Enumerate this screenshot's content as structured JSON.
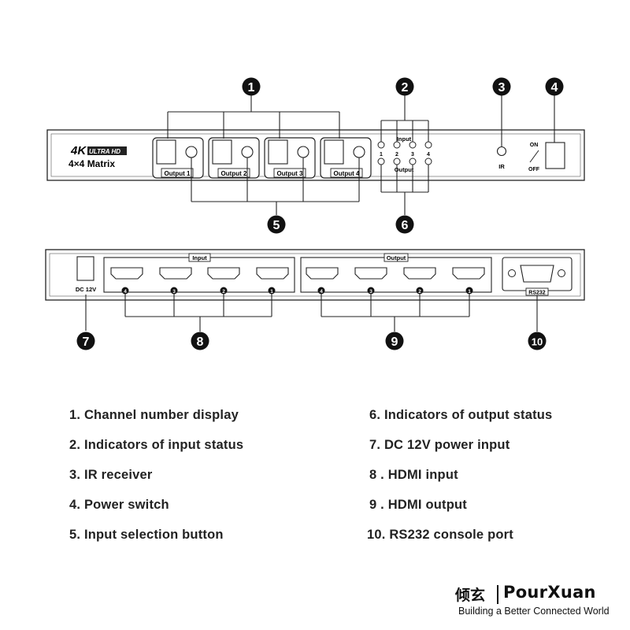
{
  "front_panel": {
    "logo_4k": "4K",
    "logo_ultra_hd": "ULTRA HD",
    "model": "4×4 Matrix",
    "output_buttons": [
      "Output 1",
      "Output 2",
      "Output 3",
      "Output 4"
    ],
    "input_label": "Input",
    "output_label": "Output",
    "channel_numbers": [
      "1",
      "2",
      "3",
      "4"
    ],
    "ir_label": "IR",
    "power_on": "ON",
    "power_off": "OFF"
  },
  "rear_panel": {
    "dc_label": "DC 12V",
    "input_group_label": "Input",
    "output_group_label": "Output",
    "input_ports": [
      "4",
      "3",
      "2",
      "1"
    ],
    "output_ports": [
      "4",
      "3",
      "2",
      "1"
    ],
    "rs232_label": "RS232"
  },
  "callouts": [
    "1",
    "2",
    "3",
    "4",
    "5",
    "6",
    "7",
    "8",
    "9",
    "10"
  ],
  "legend": {
    "left": [
      "1. Channel number display",
      "2. Indicators of input status",
      "3. IR receiver",
      "4. Power switch",
      "5. Input selection button"
    ],
    "right": [
      "6. Indicators of output status",
      "7. DC 12V power input",
      "8 . HDMI input",
      "9 . HDMI output",
      "10. RS232 console port"
    ]
  },
  "brand": {
    "chinese": "倾玄",
    "name": "PourXuan",
    "tagline": "Building a Better Connected World"
  }
}
